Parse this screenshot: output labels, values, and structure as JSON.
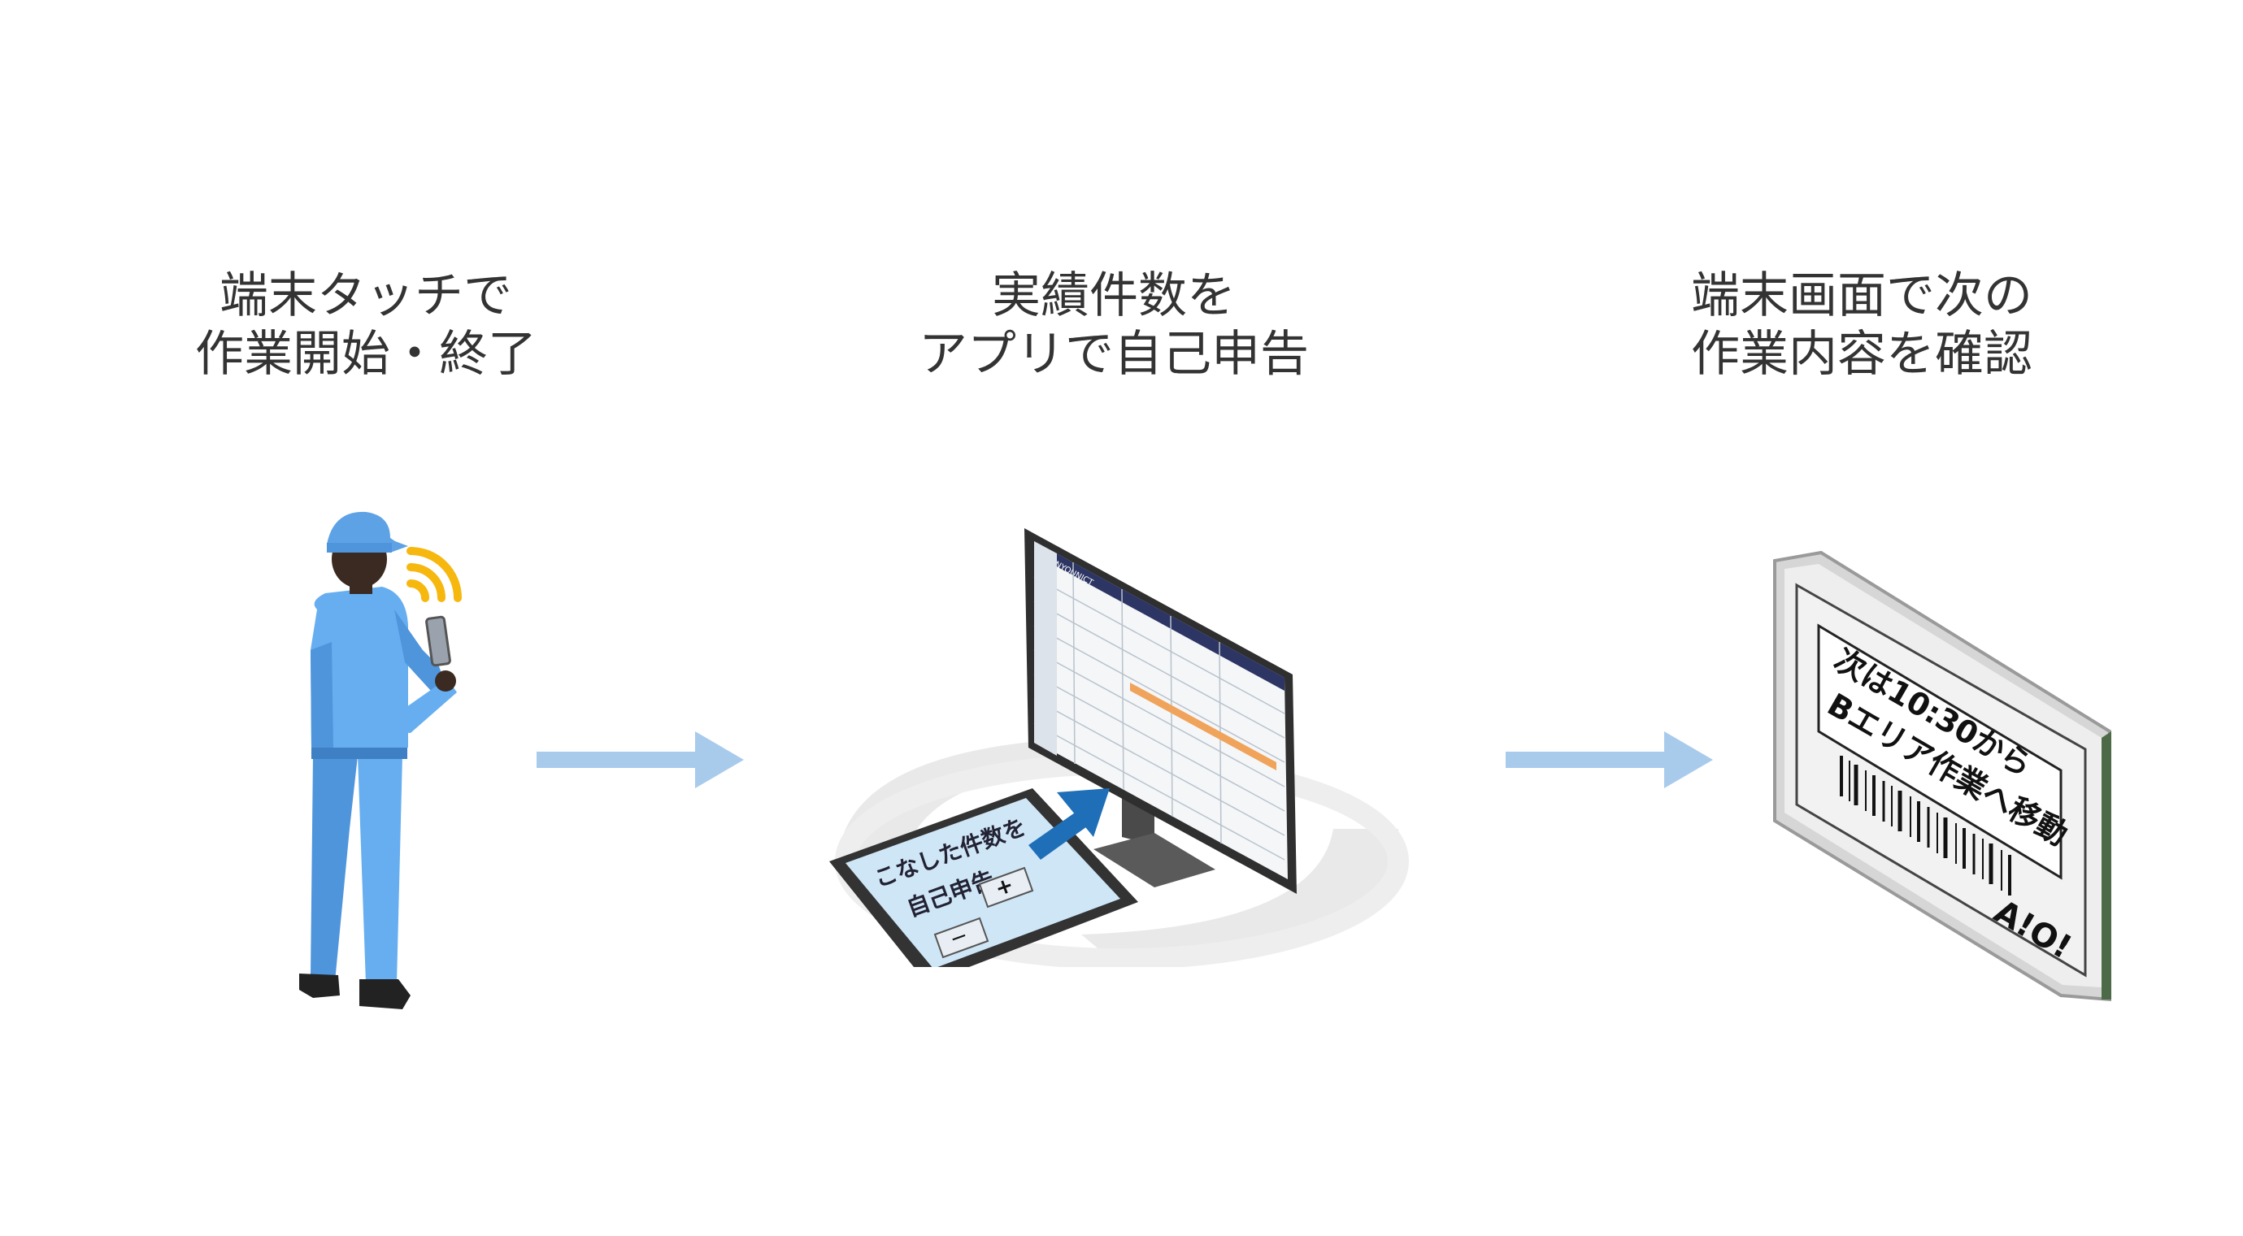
{
  "steps": [
    {
      "line1": "端末タッチで",
      "line2": "作業開始・終了"
    },
    {
      "line1": "実績件数を",
      "line2": "アプリで自己申告"
    },
    {
      "line1": "端末画面で次の",
      "line2": "作業内容を確認"
    }
  ],
  "tablet": {
    "line1": "こなした件数を",
    "line2": "自己申告",
    "minus": "−",
    "plus": "+"
  },
  "monitor": {
    "brand": "SANYOUNICT"
  },
  "eink": {
    "line1": "次は10:30から",
    "line2": "Bエリア作業へ移動",
    "logo": "A!O!"
  },
  "colors": {
    "arrow": "#a8cbec",
    "worker": "#66aef0",
    "signal": "#f6b70f",
    "blue_arrow": "#1f6fb8"
  }
}
